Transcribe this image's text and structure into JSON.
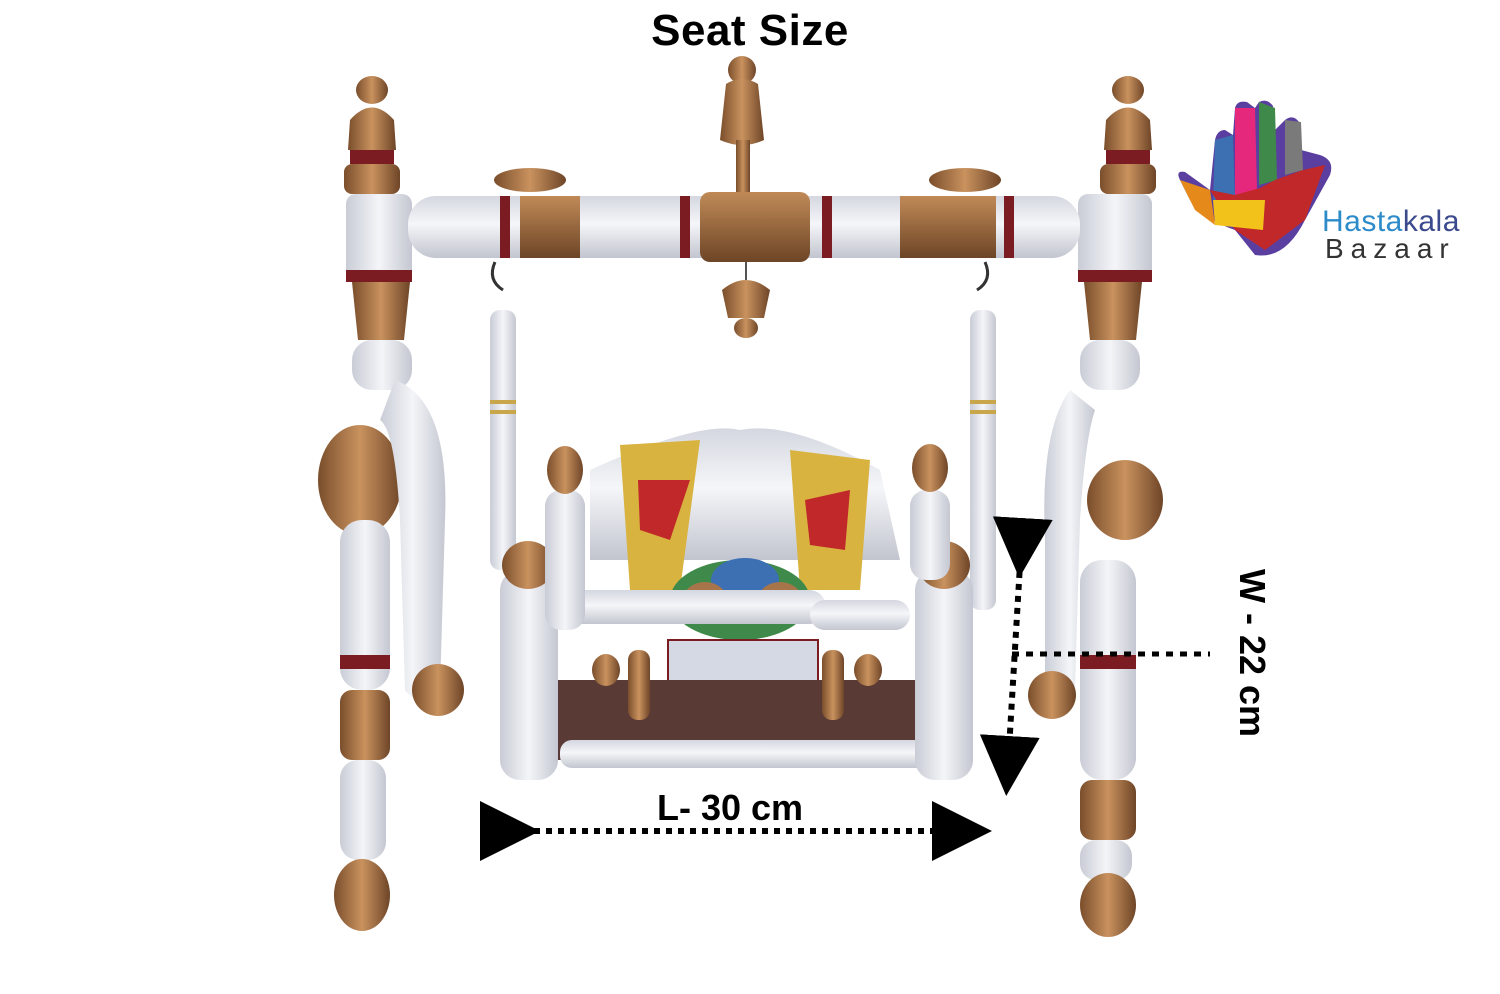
{
  "title": "Seat Size",
  "dimensions": {
    "length_label": "L- 30 cm",
    "width_label": "W - 22 cm"
  },
  "brand": {
    "line1_part1": "Hasta",
    "line1_part2": "kala",
    "line2": "Bazaar"
  },
  "colors": {
    "silver": "#e6e8ee",
    "bronze": "#a8754a",
    "maroon": "#7a1c22",
    "gold": "#d9b340",
    "red": "#c0282a"
  },
  "logo_icon": "colorful-hand-icon",
  "product_image": "wooden-swing-jhula"
}
